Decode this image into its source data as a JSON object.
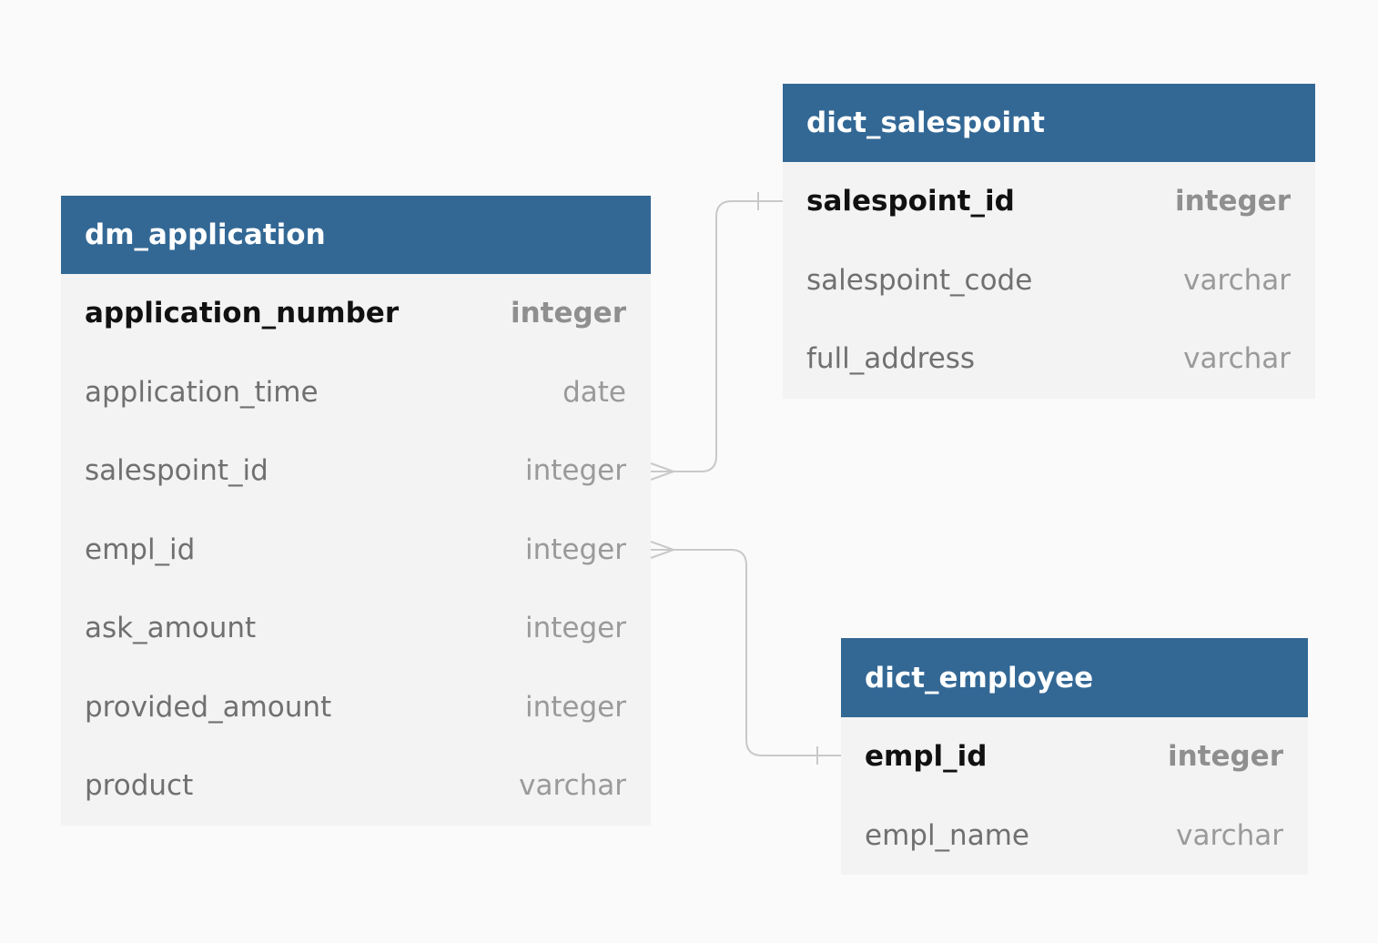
{
  "tables": {
    "dm_application": {
      "title": "dm_application",
      "columns": [
        {
          "name": "application_number",
          "type": "integer"
        },
        {
          "name": "application_time",
          "type": "date"
        },
        {
          "name": "salespoint_id",
          "type": "integer"
        },
        {
          "name": "empl_id",
          "type": "integer"
        },
        {
          "name": "ask_amount",
          "type": "integer"
        },
        {
          "name": "provided_amount",
          "type": "integer"
        },
        {
          "name": "product",
          "type": "varchar"
        }
      ]
    },
    "dict_salespoint": {
      "title": "dict_salespoint",
      "columns": [
        {
          "name": "salespoint_id",
          "type": "integer"
        },
        {
          "name": "salespoint_code",
          "type": "varchar"
        },
        {
          "name": "full_address",
          "type": "varchar"
        }
      ]
    },
    "dict_employee": {
      "title": "dict_employee",
      "columns": [
        {
          "name": "empl_id",
          "type": "integer"
        },
        {
          "name": "empl_name",
          "type": "varchar"
        }
      ]
    }
  },
  "colors": {
    "header_bg": "#336895",
    "header_text": "#ffffff",
    "table_bg": "#f3f3f3",
    "page_bg": "#fafafa",
    "connector": "#c9c9c9"
  }
}
